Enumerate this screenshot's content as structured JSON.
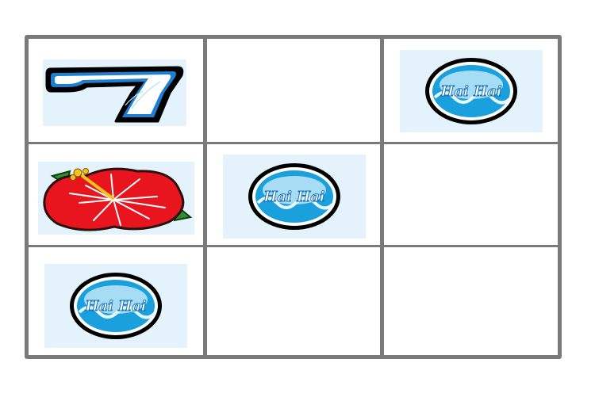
{
  "board": {
    "rows": 3,
    "cols": 3,
    "cells": [
      [
        "seven",
        "",
        "haihai"
      ],
      [
        "hibiscus",
        "haihai",
        ""
      ],
      [
        "haihai",
        "",
        ""
      ]
    ]
  },
  "symbols": {
    "seven": {
      "icon": "seven-icon",
      "color": "#dff2fb"
    },
    "haihai": {
      "icon": "haihai-bubble-icon",
      "text": "Hai Hai",
      "color": "#1aa0dc"
    },
    "hibiscus": {
      "icon": "hibiscus-icon",
      "color": "#e8141e"
    }
  },
  "colors": {
    "grid": "#7a7a7a",
    "tile_background": "#e4f3fb"
  }
}
